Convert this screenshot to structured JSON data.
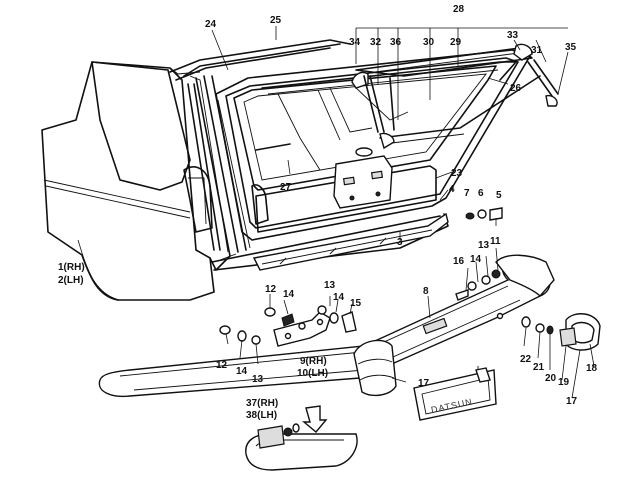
{
  "callouts": {
    "c1": "1(RH)",
    "c2": "2(LH)",
    "c3": "3",
    "c4": "4",
    "c5": "5",
    "c6": "6",
    "c7": "7",
    "c8": "8",
    "c9": "9(RH)",
    "c10": "10(LH)",
    "c11": "11",
    "c12a": "12",
    "c12b": "12",
    "c13a": "13",
    "c13b": "13",
    "c13c": "13",
    "c14a": "14",
    "c14b": "14",
    "c14c": "14",
    "c14d": "14",
    "c15": "15",
    "c16": "16",
    "c17a": "17",
    "c17b": "17",
    "c18": "18",
    "c19": "19",
    "c20": "20",
    "c21": "21",
    "c22": "22",
    "c23": "23",
    "c24": "24",
    "c25": "25",
    "c26": "26",
    "c27": "27",
    "c28": "28",
    "c29": "29",
    "c30": "30",
    "c31": "31",
    "c32": "32",
    "c33": "33",
    "c34": "34",
    "c35": "35",
    "c36": "36",
    "c37": "37(RH)",
    "c38": "38(LH)"
  },
  "plate_text": "DATSUN",
  "colors": {
    "ink": "#111111",
    "paper": "#ffffff"
  }
}
